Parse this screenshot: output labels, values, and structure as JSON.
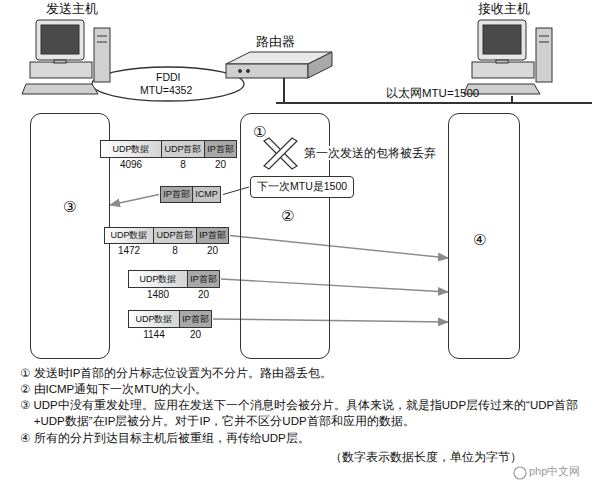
{
  "diagram": {
    "nodes": [
      {
        "text": [
          "③"
        ]
      },
      {
        "text": [
          "①",
          "②"
        ]
      },
      {
        "text": [
          "④"
        ]
      },
      {
        "text": [
          "UDP数据"
        ]
      },
      {
        "text": [
          "UDP首部"
        ]
      },
      {
        "text": [
          "IP首部"
        ]
      },
      {
        "text": [
          "IP首部"
        ]
      },
      {
        "text": [
          "ICMP"
        ]
      },
      {
        "text": [
          "下一次MTU是1500"
        ]
      },
      {
        "text": [
          "UDP数据"
        ]
      },
      {
        "text": [
          "UDP首部"
        ]
      },
      {
        "text": [
          "IP首部"
        ]
      },
      {
        "text": [
          "UDP数据"
        ]
      },
      {
        "text": [
          "IP首部"
        ]
      },
      {
        "text": [
          "UDP数据"
        ]
      },
      {
        "text": [
          "IP首部"
        ]
      }
    ],
    "edges": [
      {
        "from": 6,
        "to": 0,
        "arrow": "to"
      },
      {
        "from": 11,
        "to": 2,
        "arrow": "to"
      },
      {
        "from": 13,
        "to": 2,
        "arrow": "to"
      },
      {
        "from": 15,
        "to": 2,
        "arrow": "to"
      }
    ],
    "labels": [
      "发送主机",
      "路由器",
      "接收主机",
      "FDDI",
      "MTU=4352",
      "以太网MTU=1500",
      "4096",
      "8",
      "20",
      "第一次发送的包将被丢弃",
      "1472",
      "8",
      "20",
      "1480",
      "20",
      "1144",
      "20",
      "① 发送时IP首部的分片标志位设置为不分片。路由器丢包。",
      "② 由ICMP通知下一次MTU的大小。",
      "③ UDP中没有重发处理。应用在发送下一个消息时会被分片。具体来说，就是指UDP层传过来的“UDP首部+UDP数据”在IP层被分片。对于IP，它并不区分UDP首部和应用的数据。",
      "④ 所有的分片到达目标主机后被重组，再传给UDP层。",
      "（数字表示数据长度，单位为字节）",
      "php中文网"
    ]
  }
}
